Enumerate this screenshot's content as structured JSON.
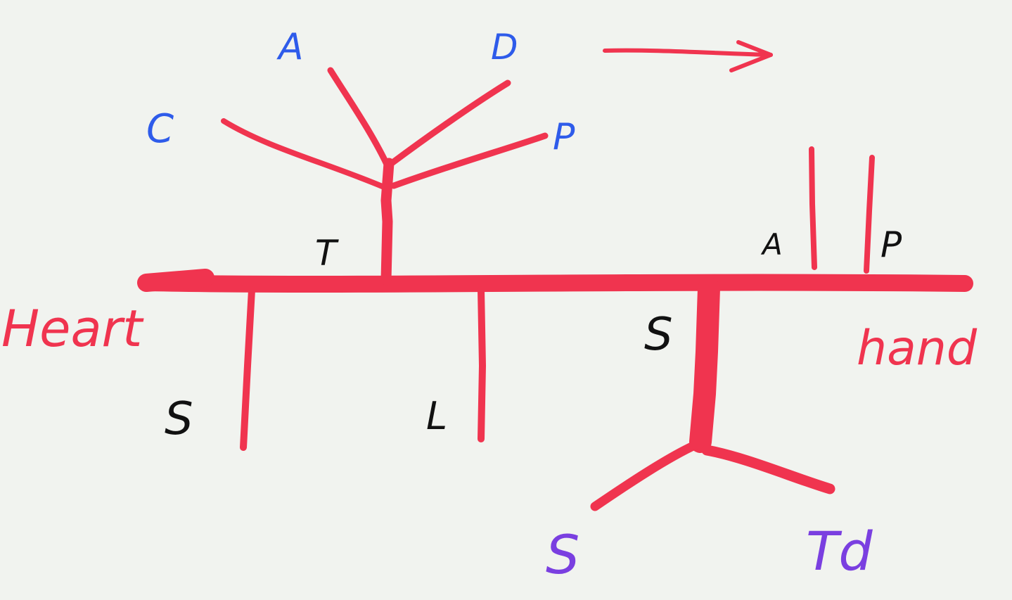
{
  "colors": {
    "artery": "#f0344f",
    "branch_label": "#2e5bea",
    "vessel_label": "#111111",
    "hand_label": "#7a3fe0",
    "background": "#f1f3ef"
  },
  "labels": {
    "heart": "Heart",
    "hand": "hand",
    "trunk": "T",
    "upper_branch_a": "A",
    "upper_branch_d": "D",
    "upper_branch_c": "C",
    "upper_branch_p": "P",
    "lower_left_s": "S",
    "lower_mid_l": "L",
    "lower_right_s": "S",
    "hand_branch_s": "S",
    "hand_branch_td": "Td",
    "distal_a": "A",
    "distal_p": "P"
  },
  "icons": {
    "direction": "arrow-right-icon"
  }
}
